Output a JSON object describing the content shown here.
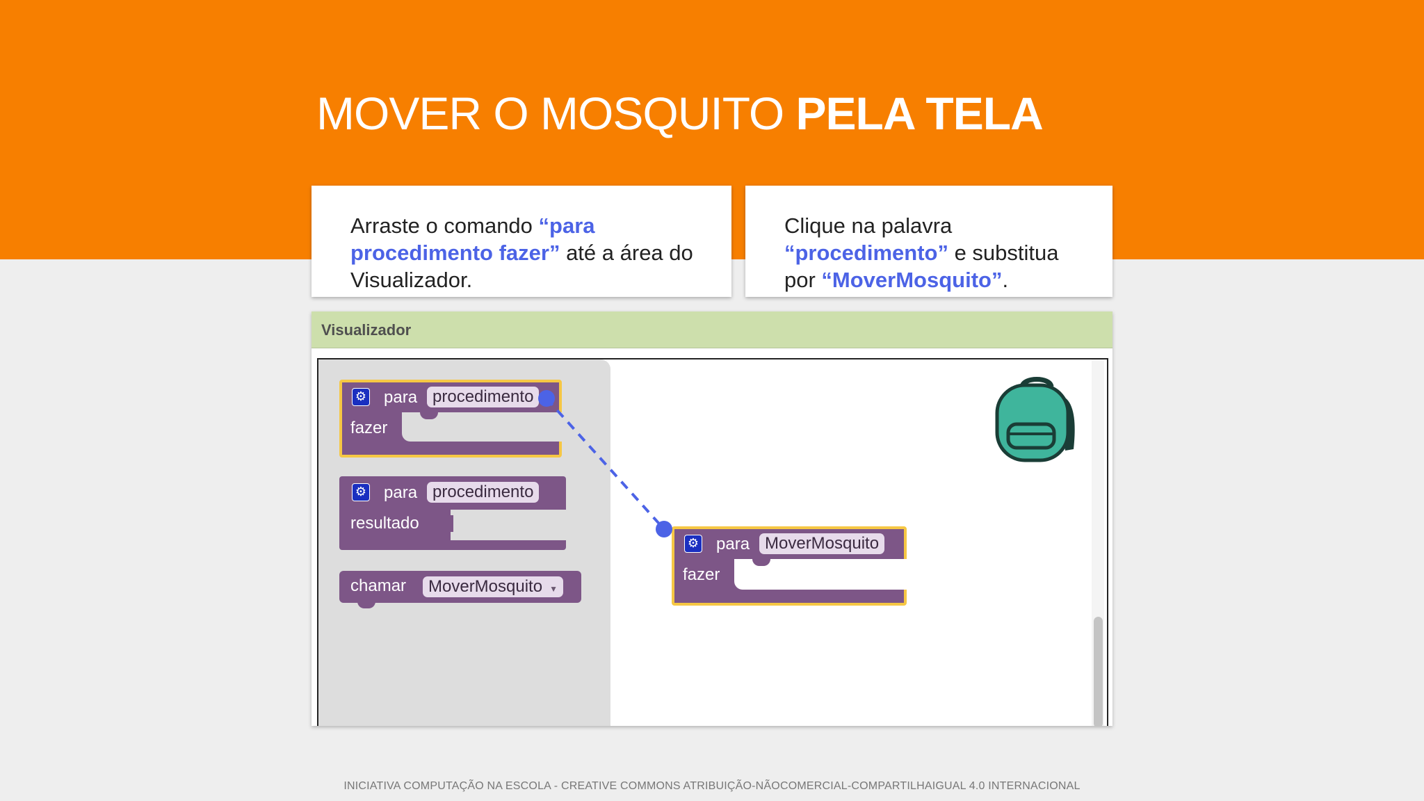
{
  "slide": {
    "title_light": "MOVER O MOSQUITO ",
    "title_bold": "PELA TELA"
  },
  "colors": {
    "header": "#f77f00",
    "highlight": "#4c63e6",
    "block": "#7d5687",
    "block_selected_outline": "#f6c744",
    "viewer_header": "#cddfac",
    "connector": "#4c63e6",
    "backpack": "#3fb59c"
  },
  "cards": {
    "card1": {
      "text_a": "Arraste o comando ",
      "highlight": "“para procedimento fazer”",
      "text_b": " até a área do Visualizador."
    },
    "card2": {
      "text_a": "Clique na palavra ",
      "highlight_a": "“procedimento”",
      "text_b": " e substitua por ",
      "highlight_b": "“MoverMosquito”",
      "text_c": "."
    }
  },
  "viewer": {
    "title": "Visualizador",
    "flyout": {
      "block_proc_do": {
        "gear_icon": "mutator-gear-icon",
        "keyword": "para",
        "name": "procedimento",
        "body": "fazer"
      },
      "block_proc_return": {
        "gear_icon": "mutator-gear-icon",
        "keyword": "para",
        "name": "procedimento",
        "body": "resultado"
      },
      "block_call": {
        "keyword": "chamar",
        "name": "MoverMosquito"
      }
    },
    "workspace_block": {
      "gear_icon": "mutator-gear-icon",
      "keyword": "para",
      "name": "MoverMosquito",
      "body": "fazer"
    },
    "backpack_icon": "backpack-icon"
  },
  "footer": "INICIATIVA COMPUTAÇÃO NA ESCOLA - CREATIVE COMMONS ATRIBUIÇÃO-NÃOCOMERCIAL-COMPARTILHAIGUAL 4.0 INTERNACIONAL"
}
